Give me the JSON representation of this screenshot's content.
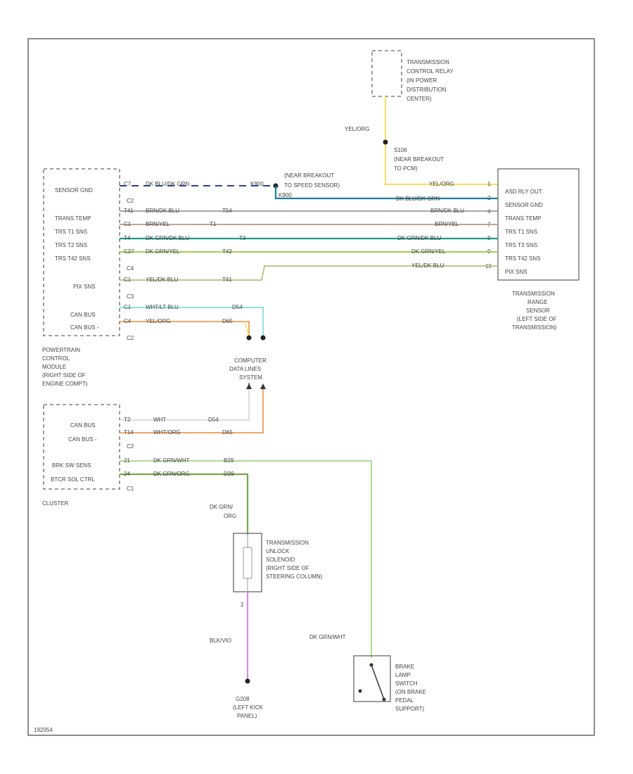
{
  "diagram_id": "192054",
  "relay": {
    "label": [
      "TRANSMISSION",
      "CONTROL RELAY",
      "(IN POWER",
      "DISTRIBUTION",
      "CENTER)"
    ]
  },
  "splice_top": {
    "wire": "YEL/ORG",
    "id": "S106",
    "desc": [
      "(NEAR BREAKOUT",
      "TO PCM)"
    ]
  },
  "splice_speed": {
    "wire": "K900",
    "desc": [
      "(NEAR BREAKOUT",
      "TO SPEED SENSOR)"
    ]
  },
  "pcm": {
    "pins": [
      "SENSOR GND",
      "TRANS TEMP",
      "TRS T1 SNS",
      "TRS T2 SNS",
      "TRS T42 SNS",
      "PIX SNS",
      "CAN BUS",
      "CAN BUS -"
    ],
    "conn": [
      "C2",
      "C4",
      "C3",
      "C2"
    ],
    "label": [
      "POWERTRAIN",
      "CONTROL",
      "MODULE",
      "(RIGHT SIDE OF",
      "ENGINE COMPT)"
    ]
  },
  "trs": {
    "pins": [
      "ASD RLY OUT",
      "SENSOR GND",
      "TRANS TEMP",
      "TRS T1 SNS",
      "TRS T3 SNS",
      "TRS T42 SNS",
      "PIX SNS"
    ],
    "label": [
      "TRANSMISSION",
      "RANGE",
      "SENSOR",
      "(LEFT SIDE OF",
      "TRANSMISSION)"
    ]
  },
  "wires_pcm": [
    {
      "pin": "C7",
      "color": "DK BLU/DK GRN",
      "circuit": "K900",
      "hex": "#2d3f9c"
    },
    {
      "pin": "T41",
      "color": "BRN/DK BLU",
      "circuit": "T54",
      "hex": "#9a9a9a"
    },
    {
      "pin": "C1",
      "color": "BRN/YEL",
      "circuit": "T1",
      "hex": "#b79a87"
    },
    {
      "pin": "T4",
      "color": "DK GRN/DK BLU",
      "circuit": "T3",
      "hex": "#1f9c86"
    },
    {
      "pin": "C27",
      "color": "DK GRN/YEL",
      "circuit": "T42",
      "hex": "#9fcf54"
    },
    {
      "pin": "C1",
      "color": "YEL/DK BLU",
      "circuit": "T41",
      "hex": "#b9bf7a"
    },
    {
      "pin": "C1",
      "color": "WHT/LT BLU",
      "circuit": "D54",
      "hex": "#8fe1dc"
    },
    {
      "pin": "C4",
      "color": "YEL/ORG",
      "circuit": "D65",
      "hex": "#f4a766"
    }
  ],
  "wires_trs": [
    {
      "pin": "1",
      "color": "YEL/ORG"
    },
    {
      "pin": "2",
      "color": "DK BLU/DK GRN"
    },
    {
      "pin": "4",
      "color": "BRN/DK BLU"
    },
    {
      "pin": "7",
      "color": "BRN/YEL"
    },
    {
      "pin": "8",
      "color": "DK GRN/DK BLU"
    },
    {
      "pin": "9",
      "color": "DK GRN/YEL"
    },
    {
      "pin": "10",
      "color": "YEL/DK BLU"
    }
  ],
  "dlc": {
    "label": [
      "COMPUTER",
      "DATA LINES",
      "SYSTEM"
    ]
  },
  "cluster": {
    "pins": [
      "CAN BUS",
      "CAN BUS -",
      "BRK SW SENS",
      "BTCR SOL CTRL"
    ],
    "conn": [
      "C2",
      "C1"
    ],
    "label": "CLUSTER",
    "wires": [
      {
        "pin": "T2",
        "color": "WHT",
        "circuit": "D54"
      },
      {
        "pin": "T14",
        "color": "WHT/ORG",
        "circuit": "D65"
      },
      {
        "pin": "21",
        "color": "DK GRN/WHT",
        "circuit": "B29"
      },
      {
        "pin": "24",
        "color": "DK GRN/ORG",
        "circuit": "D39"
      }
    ]
  },
  "solenoid": {
    "top_wire": [
      "DK GRN/",
      "ORG"
    ],
    "pin_bottom": "2",
    "label": [
      "TRANSMISSION",
      "UNLOCK",
      "SOLENOID",
      "(RIGHT SIDE OF",
      "STEERING COLUMN)"
    ]
  },
  "ground": {
    "wire": "BLK/VIO",
    "id": "G208",
    "desc": [
      "(LEFT KICK",
      "PANEL)"
    ]
  },
  "brake": {
    "wire": "DK GRN/WHT",
    "label": [
      "BRAKE",
      "LAMP",
      "SWITCH",
      "(ON BRAKE",
      "PEDAL",
      "SUPPORT)"
    ]
  },
  "colors": {
    "frame": "#666666",
    "yel_org": "#f2e06a",
    "dk_blu": "#2d3f9c",
    "teal": "#1f7f9c",
    "grey": "#9a9a9a",
    "tan": "#b79a87",
    "green": "#1f9c86",
    "lime": "#9fcf54",
    "olive": "#b9bf7a",
    "cyan": "#8fe1dc",
    "orange": "#f4a766",
    "light_green": "#a5d88a",
    "olive_green": "#7aa64a",
    "violet": "#d68ce0"
  }
}
